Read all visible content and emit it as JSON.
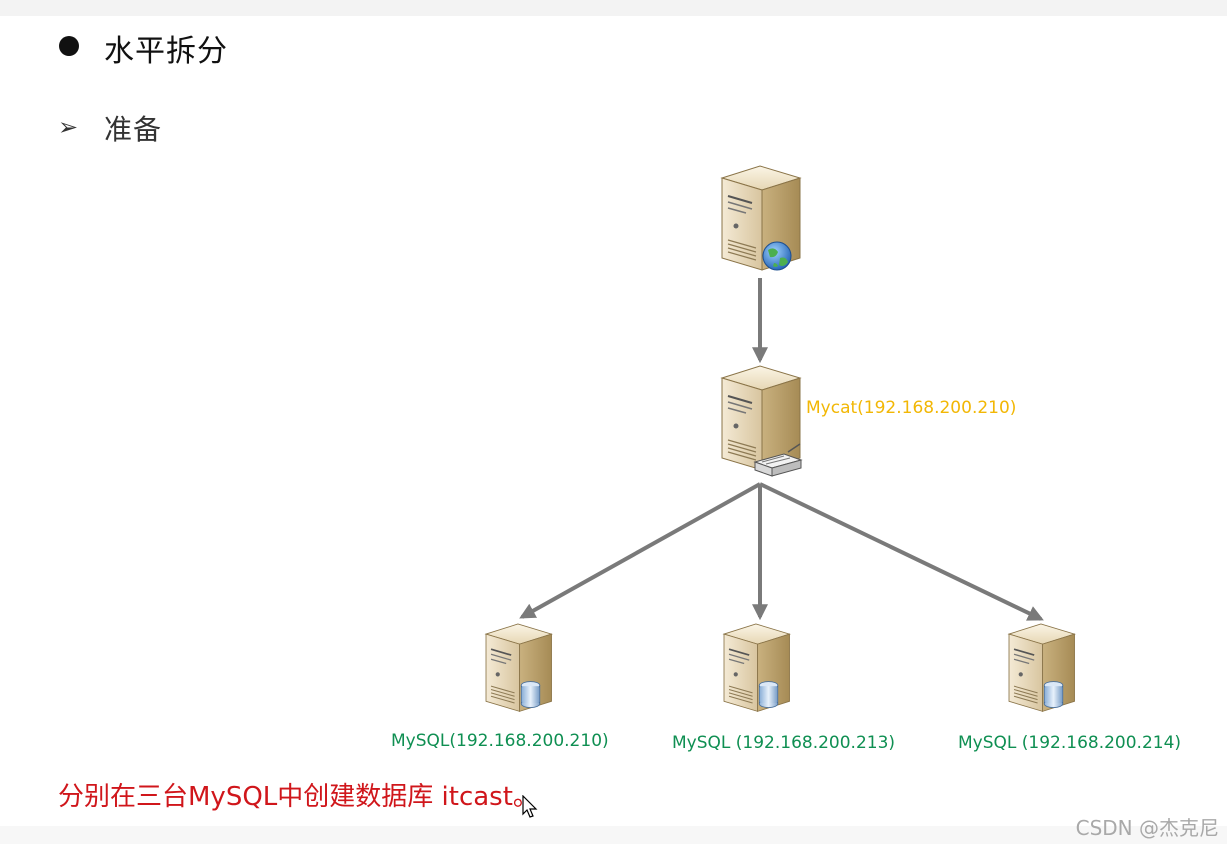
{
  "slide": {
    "heading": "水平拆分",
    "subheading": "准备",
    "note": "分别在三台MySQL中创建数据库 itcast。"
  },
  "diagram": {
    "nodes": [
      {
        "id": "client",
        "label": "",
        "kind": "web-server"
      },
      {
        "id": "mycat",
        "label": "Mycat(192.168.200.210)",
        "kind": "router-server"
      },
      {
        "id": "mysql1",
        "label": "MySQL(192.168.200.210)",
        "kind": "database-server"
      },
      {
        "id": "mysql2",
        "label": "MySQL (192.168.200.213)",
        "kind": "database-server"
      },
      {
        "id": "mysql3",
        "label": "MySQL (192.168.200.214)",
        "kind": "database-server"
      }
    ],
    "edges": [
      {
        "from": "client",
        "to": "mycat"
      },
      {
        "from": "mycat",
        "to": "mysql1"
      },
      {
        "from": "mycat",
        "to": "mysql2"
      },
      {
        "from": "mycat",
        "to": "mysql3"
      }
    ],
    "colors": {
      "mycat_label": "#f2b705",
      "mysql_label": "#0f8f52",
      "note_text": "#d0161b",
      "arrow": "#7a7a7a"
    }
  },
  "watermark": "CSDN @杰克尼"
}
